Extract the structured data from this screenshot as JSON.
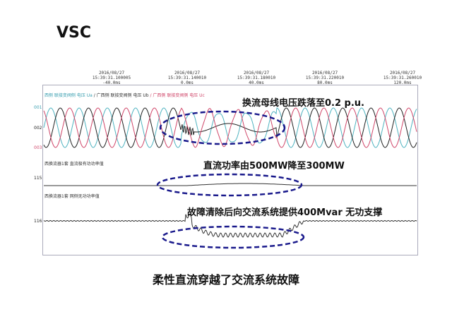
{
  "slide_title": "VSC",
  "timestamps": [
    {
      "date": "2016/08/27",
      "time": "15:39:31.100005",
      "offset": "-40.0ms"
    },
    {
      "date": "2016/08/27",
      "time": "15:39:31.140010",
      "offset": "0.0ms"
    },
    {
      "date": "2016/08/27",
      "time": "15:39:31.180010",
      "offset": "40.0ms"
    },
    {
      "date": "2016/08/27",
      "time": "15:39:31.220010",
      "offset": "80.0ms"
    },
    {
      "date": "2016/08/27",
      "time": "15:39:31.260010",
      "offset": "120.0ms"
    }
  ],
  "channels": {
    "voltage_legend": [
      "西侧 联接变阀侧 电压 Ua",
      "/ 广西侧 联接变阀侧 电压 Ub",
      "/ 广西侧 联接变阀侧 电压 Uc"
    ],
    "voltage_ids": [
      "001",
      "002",
      "003"
    ],
    "dc_power_label": "西换流器1套 直流极有功功率值",
    "dc_power_id": "115",
    "reactive_label": "西换流器1套 网侧无功功率值",
    "reactive_id": "116"
  },
  "annotations": {
    "voltage_drop": "换流母线电压跌落至0.2 p.u.",
    "dc_power": "直流功率由500MW降至300MW",
    "reactive": "故障清除后向交流系统提供400Mvar 无功支撑"
  },
  "caption": "柔性直流穿越了交流系统故障",
  "colors": {
    "phase_a": "#4fb3c0",
    "phase_b": "#222222",
    "phase_c": "#d0476a",
    "ellipse": "#1a1a8c"
  }
}
